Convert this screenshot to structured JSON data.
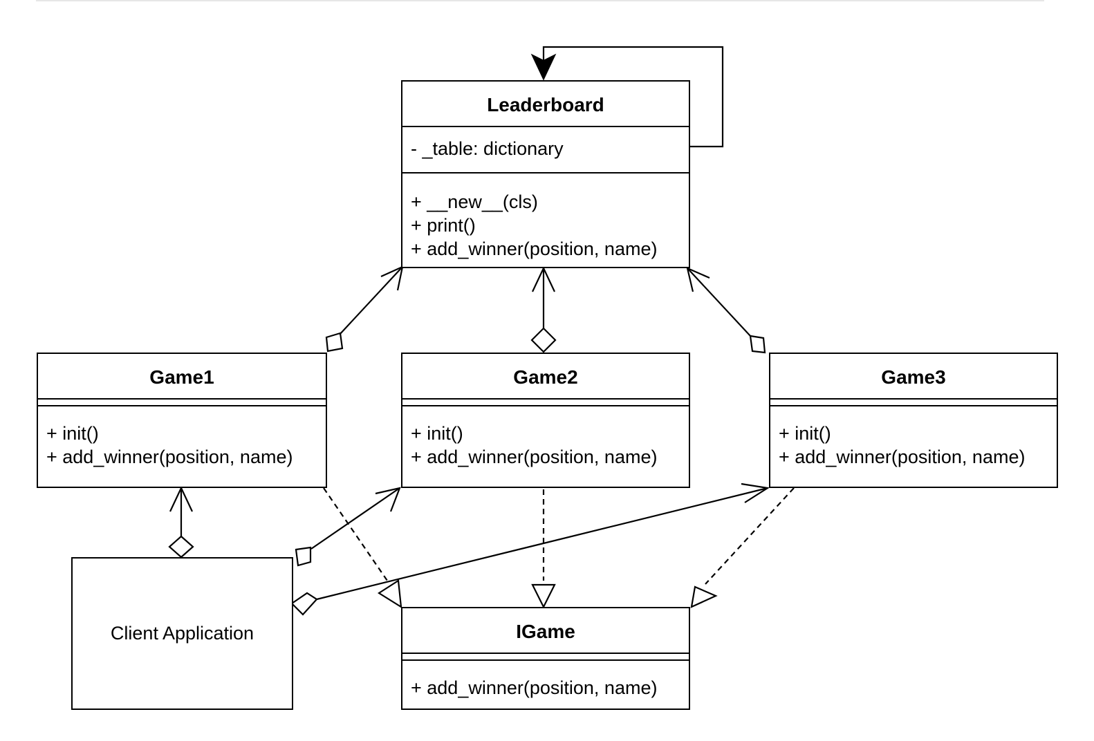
{
  "classes": {
    "leaderboard": {
      "name": "Leaderboard",
      "attributes": [
        "- _table: dictionary"
      ],
      "methods": [
        "+ __new__(cls)",
        "+ print()",
        "+ add_winner(position, name)"
      ]
    },
    "game1": {
      "name": "Game1",
      "methods": [
        "+ init()",
        "+ add_winner(position, name)"
      ]
    },
    "game2": {
      "name": "Game2",
      "methods": [
        "+ init()",
        "+ add_winner(position, name)"
      ]
    },
    "game3": {
      "name": "Game3",
      "methods": [
        "+ init()",
        "+ add_winner(position, name)"
      ]
    },
    "igame": {
      "name": "IGame",
      "methods": [
        "+ add_winner(position, name)"
      ]
    }
  },
  "client": {
    "label": "Client Application"
  },
  "relationships": [
    {
      "from": "Leaderboard",
      "to": "Leaderboard",
      "type": "self-association"
    },
    {
      "from": "Game1",
      "to": "Leaderboard",
      "type": "aggregation"
    },
    {
      "from": "Game2",
      "to": "Leaderboard",
      "type": "aggregation"
    },
    {
      "from": "Game3",
      "to": "Leaderboard",
      "type": "aggregation"
    },
    {
      "from": "Client Application",
      "to": "Game1",
      "type": "aggregation"
    },
    {
      "from": "Client Application",
      "to": "Game2",
      "type": "aggregation"
    },
    {
      "from": "Client Application",
      "to": "Game3",
      "type": "aggregation"
    },
    {
      "from": "Game1",
      "to": "IGame",
      "type": "realization"
    },
    {
      "from": "Game2",
      "to": "IGame",
      "type": "realization"
    },
    {
      "from": "Game3",
      "to": "IGame",
      "type": "realization"
    }
  ]
}
